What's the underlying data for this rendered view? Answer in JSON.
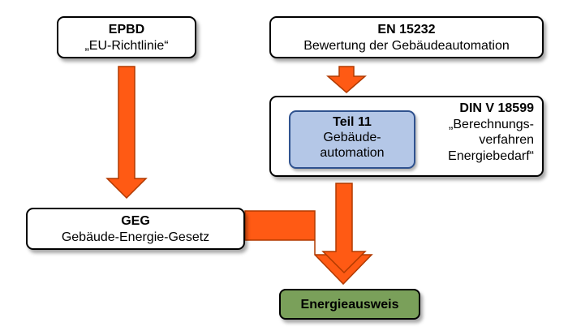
{
  "epbd": {
    "title": "EPBD",
    "subtitle": "„EU-Richtlinie“"
  },
  "en15232": {
    "title": "EN 15232",
    "subtitle": "Bewertung der Gebäudeautomation"
  },
  "din": {
    "title": "DIN V 18599",
    "line1": "„Berechnungs-",
    "line2": "verfahren",
    "line3": "Energiebedarf“"
  },
  "teil11": {
    "title": "Teil 11",
    "line1": "Gebäude-",
    "line2": "automation"
  },
  "geg": {
    "title": "GEG",
    "subtitle": "Gebäude-Energie-Gesetz"
  },
  "energieausweis": {
    "label": "Energieausweis"
  },
  "colors": {
    "arrow_fill": "#ff5a14",
    "arrow_stroke": "#b03a00",
    "teil_fill": "#b4c7e7",
    "energie_fill": "#7aa05a"
  }
}
